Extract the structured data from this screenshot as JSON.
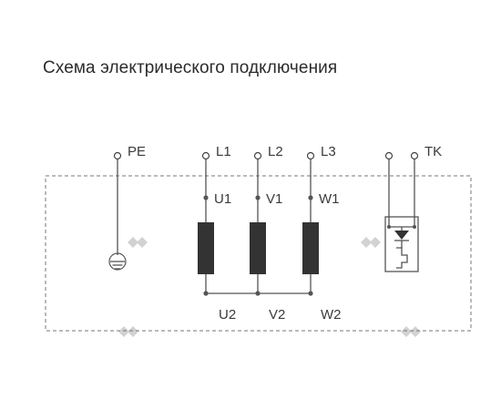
{
  "title": "Схема электрического подключения",
  "diagram": {
    "terminals": {
      "pe": "PE",
      "l1": "L1",
      "l2": "L2",
      "l3": "L3",
      "tk": "TK"
    },
    "windings": [
      {
        "start": "U1",
        "end": "U2"
      },
      {
        "start": "V1",
        "end": "V2"
      },
      {
        "start": "W1",
        "end": "W2"
      }
    ],
    "icons": [
      "ground-icon",
      "thermal-contact-icon",
      "watermark-logo-icon"
    ],
    "colors": {
      "line": "#555555",
      "coil": "#333333",
      "text": "#3a3a3a"
    }
  }
}
